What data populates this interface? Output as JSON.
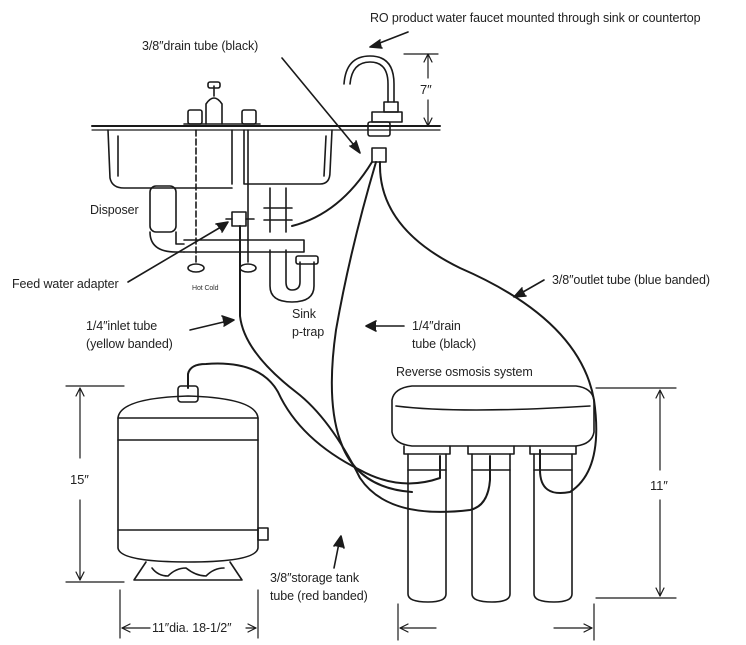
{
  "labels": {
    "faucet": "RO product water faucet mounted through sink or countertop",
    "drain_tube_top": "3/8″drain tube (black)",
    "faucet_height": "7″",
    "disposer": "Disposer",
    "feed_water_adapter": "Feed water adapter",
    "hot_cold": "Hot Cold",
    "outlet_tube": "3/8″outlet tube (blue banded)",
    "inlet_tube_line1": "1/4″inlet tube",
    "inlet_tube_line2": "(yellow banded)",
    "sink_ptrap_line1": "Sink",
    "sink_ptrap_line2": "p-trap",
    "drain_tube_lower_line1": "1/4″drain",
    "drain_tube_lower_line2": "tube (black)",
    "ro_system": "Reverse osmosis system",
    "tank_height": "15″",
    "system_height": "11″",
    "storage_tube_line1": "3/8″storage tank",
    "storage_tube_line2": "tube (red banded)",
    "tank_diameter": "11″dia. 18-1/2″"
  }
}
